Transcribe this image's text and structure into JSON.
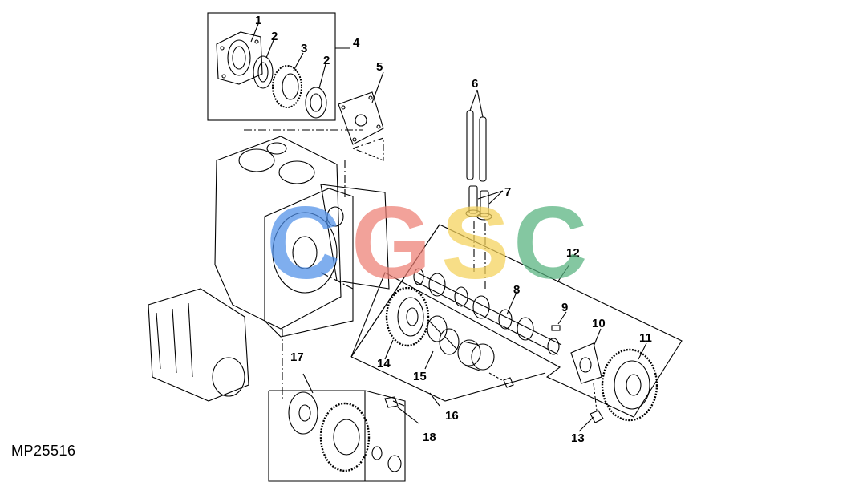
{
  "figure_id": "MP25516",
  "callouts": [
    {
      "id": "c1",
      "text": "1"
    },
    {
      "id": "c2a",
      "text": "2"
    },
    {
      "id": "c3",
      "text": "3"
    },
    {
      "id": "c2b",
      "text": "2"
    },
    {
      "id": "c4",
      "text": "4"
    },
    {
      "id": "c5",
      "text": "5"
    },
    {
      "id": "c6",
      "text": "6"
    },
    {
      "id": "c7",
      "text": "7"
    },
    {
      "id": "c8",
      "text": "8"
    },
    {
      "id": "c9",
      "text": "9"
    },
    {
      "id": "c10",
      "text": "10"
    },
    {
      "id": "c11",
      "text": "11"
    },
    {
      "id": "c12",
      "text": "12"
    },
    {
      "id": "c13",
      "text": "13"
    },
    {
      "id": "c14",
      "text": "14"
    },
    {
      "id": "c15",
      "text": "15"
    },
    {
      "id": "c16",
      "text": "16"
    },
    {
      "id": "c17",
      "text": "17"
    },
    {
      "id": "c18",
      "text": "18"
    }
  ],
  "watermark": {
    "letters": [
      {
        "text": "C",
        "color": "#4f8fe8"
      },
      {
        "text": "G",
        "color": "#ee7f74"
      },
      {
        "text": "S",
        "color": "#f4d25a"
      },
      {
        "text": "C",
        "color": "#55b27e"
      }
    ]
  }
}
